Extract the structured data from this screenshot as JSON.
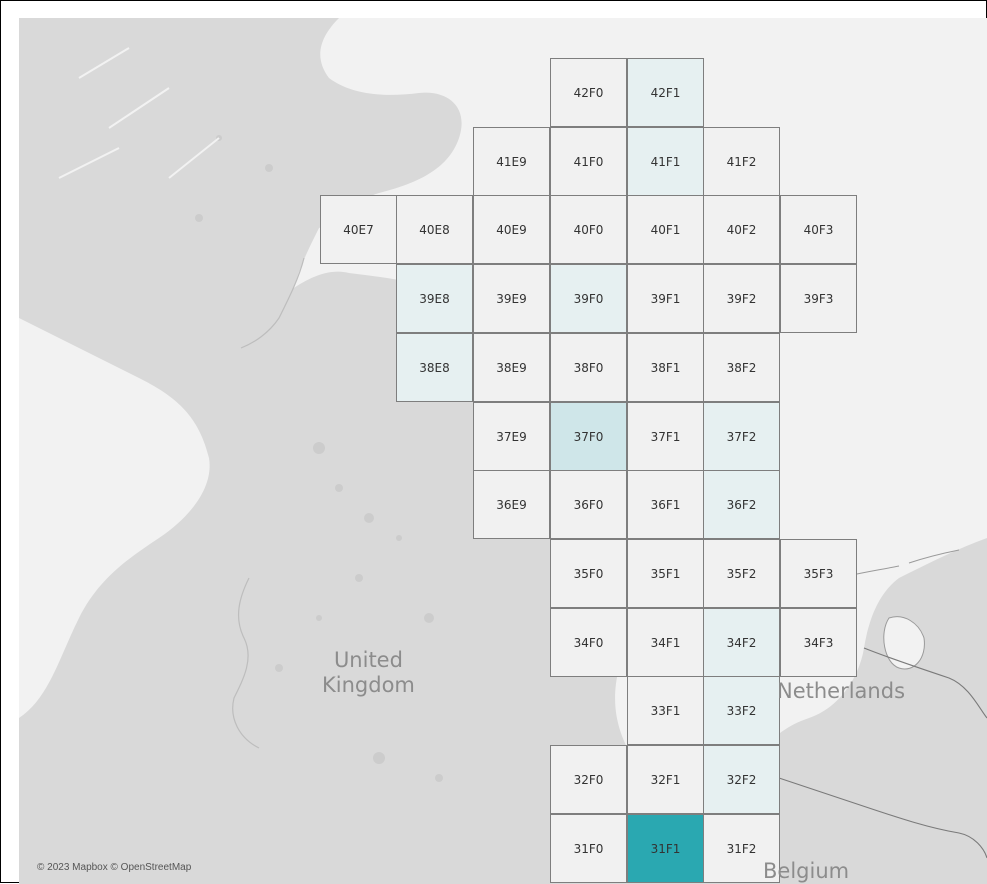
{
  "map": {
    "place_labels": {
      "uk_line1": "United",
      "uk_line2": "Kingdom",
      "netherlands": "Netherlands",
      "belgium": "Belgium"
    },
    "attribution": "© 2023 Mapbox © OpenStreetMap",
    "colors": {
      "land": "#d9d9d9",
      "sea": "#f2f2f2",
      "cell_default": "#f1f1f1",
      "cell_light": "#e6f0f1",
      "cell_mid": "#cfe6e9",
      "cell_strong": "#2aa8b1",
      "cell_border": "#7e7e7e"
    }
  },
  "grid": {
    "cells": [
      {
        "code": "42F0",
        "col": 4,
        "row": 0,
        "shade": "default"
      },
      {
        "code": "42F1",
        "col": 5,
        "row": 0,
        "shade": "light"
      },
      {
        "code": "41E9",
        "col": 3,
        "row": 1,
        "shade": "default"
      },
      {
        "code": "41F0",
        "col": 4,
        "row": 1,
        "shade": "default"
      },
      {
        "code": "41F1",
        "col": 5,
        "row": 1,
        "shade": "light"
      },
      {
        "code": "41F2",
        "col": 6,
        "row": 1,
        "shade": "default"
      },
      {
        "code": "40E7",
        "col": 1,
        "row": 2,
        "shade": "default"
      },
      {
        "code": "40E8",
        "col": 2,
        "row": 2,
        "shade": "default"
      },
      {
        "code": "40E9",
        "col": 3,
        "row": 2,
        "shade": "default"
      },
      {
        "code": "40F0",
        "col": 4,
        "row": 2,
        "shade": "default"
      },
      {
        "code": "40F1",
        "col": 5,
        "row": 2,
        "shade": "default"
      },
      {
        "code": "40F2",
        "col": 6,
        "row": 2,
        "shade": "default"
      },
      {
        "code": "40F3",
        "col": 7,
        "row": 2,
        "shade": "default"
      },
      {
        "code": "39E8",
        "col": 2,
        "row": 3,
        "shade": "light"
      },
      {
        "code": "39E9",
        "col": 3,
        "row": 3,
        "shade": "default"
      },
      {
        "code": "39F0",
        "col": 4,
        "row": 3,
        "shade": "light"
      },
      {
        "code": "39F1",
        "col": 5,
        "row": 3,
        "shade": "default"
      },
      {
        "code": "39F2",
        "col": 6,
        "row": 3,
        "shade": "default"
      },
      {
        "code": "39F3",
        "col": 7,
        "row": 3,
        "shade": "default"
      },
      {
        "code": "38E8",
        "col": 2,
        "row": 4,
        "shade": "light"
      },
      {
        "code": "38E9",
        "col": 3,
        "row": 4,
        "shade": "default"
      },
      {
        "code": "38F0",
        "col": 4,
        "row": 4,
        "shade": "default"
      },
      {
        "code": "38F1",
        "col": 5,
        "row": 4,
        "shade": "default"
      },
      {
        "code": "38F2",
        "col": 6,
        "row": 4,
        "shade": "default"
      },
      {
        "code": "37E9",
        "col": 3,
        "row": 5,
        "shade": "default"
      },
      {
        "code": "37F0",
        "col": 4,
        "row": 5,
        "shade": "mid"
      },
      {
        "code": "37F1",
        "col": 5,
        "row": 5,
        "shade": "default"
      },
      {
        "code": "37F2",
        "col": 6,
        "row": 5,
        "shade": "light"
      },
      {
        "code": "36E9",
        "col": 3,
        "row": 6,
        "shade": "default"
      },
      {
        "code": "36F0",
        "col": 4,
        "row": 6,
        "shade": "default"
      },
      {
        "code": "36F1",
        "col": 5,
        "row": 6,
        "shade": "default"
      },
      {
        "code": "36F2",
        "col": 6,
        "row": 6,
        "shade": "light"
      },
      {
        "code": "35F0",
        "col": 4,
        "row": 7,
        "shade": "default"
      },
      {
        "code": "35F1",
        "col": 5,
        "row": 7,
        "shade": "default"
      },
      {
        "code": "35F2",
        "col": 6,
        "row": 7,
        "shade": "default"
      },
      {
        "code": "35F3",
        "col": 7,
        "row": 7,
        "shade": "default"
      },
      {
        "code": "34F0",
        "col": 4,
        "row": 8,
        "shade": "default"
      },
      {
        "code": "34F1",
        "col": 5,
        "row": 8,
        "shade": "default"
      },
      {
        "code": "34F2",
        "col": 6,
        "row": 8,
        "shade": "light"
      },
      {
        "code": "34F3",
        "col": 7,
        "row": 8,
        "shade": "default"
      },
      {
        "code": "33F1",
        "col": 5,
        "row": 9,
        "shade": "default"
      },
      {
        "code": "33F2",
        "col": 6,
        "row": 9,
        "shade": "light"
      },
      {
        "code": "32F0",
        "col": 4,
        "row": 10,
        "shade": "default"
      },
      {
        "code": "32F1",
        "col": 5,
        "row": 10,
        "shade": "default"
      },
      {
        "code": "32F2",
        "col": 6,
        "row": 10,
        "shade": "light"
      },
      {
        "code": "31F0",
        "col": 4,
        "row": 11,
        "shade": "default"
      },
      {
        "code": "31F1",
        "col": 5,
        "row": 11,
        "shade": "strong"
      },
      {
        "code": "31F2",
        "col": 6,
        "row": 11,
        "shade": "default"
      }
    ]
  }
}
